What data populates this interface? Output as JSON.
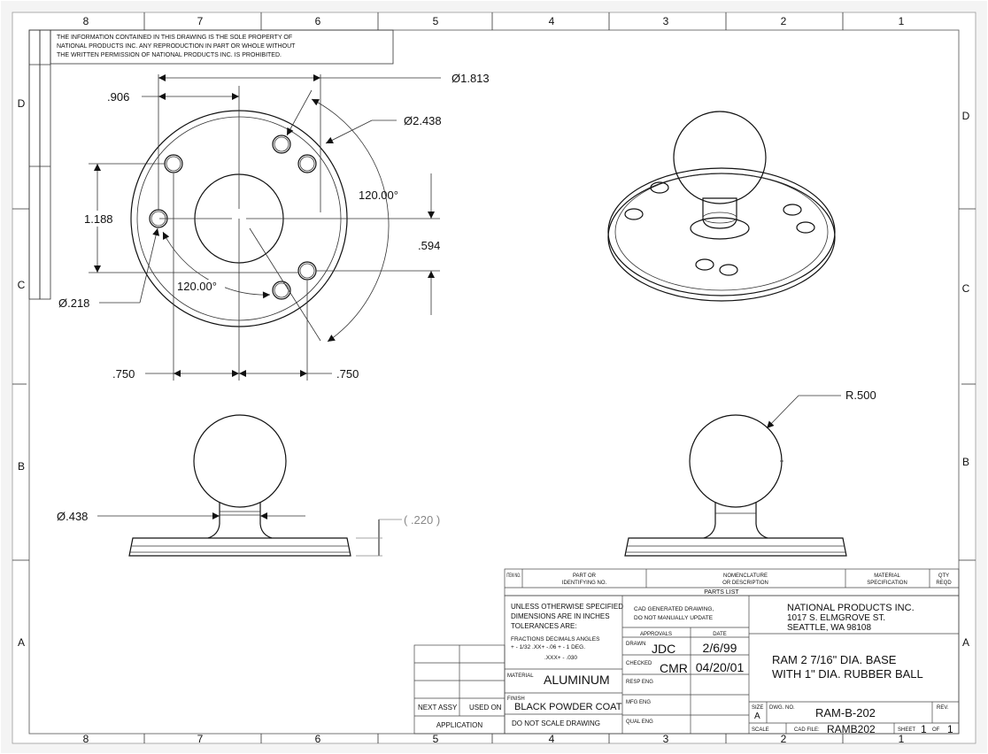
{
  "border": {
    "top_columns": [
      "8",
      "7",
      "6",
      "5",
      "4",
      "3",
      "2",
      "1"
    ],
    "bottom_columns": [
      "8",
      "7",
      "6",
      "5",
      "4",
      "3",
      "2",
      "1"
    ],
    "rows": [
      "D",
      "C",
      "B",
      "A"
    ]
  },
  "notice": {
    "line1": "THE INFORMATION CONTAINED IN THIS DRAWING IS THE SOLE PROPERTY OF",
    "line2": "NATIONAL PRODUCTS INC. ANY REPRODUCTION IN PART OR WHOLE WITHOUT",
    "line3": "THE WRITTEN PERMISSION OF NATIONAL PRODUCTS INC. IS PROHIBITED."
  },
  "dimensions": {
    "d1813": "Ø1.813",
    "d2438": "Ø2.438",
    "d906": ".906",
    "d1188": "1.188",
    "d594": ".594",
    "ang1": "120.00°",
    "ang2": "120.00°",
    "d218": "Ø.218",
    "d750a": ".750",
    "d750b": ".750",
    "d438": "Ø.438",
    "d220": "( .220 )",
    "r500": "R.500"
  },
  "parts_list": {
    "item_no": "ITEM NO.",
    "part_or": "PART OR",
    "identifying": "IDENTIFYING NO.",
    "nomenclature": "NOMENCLATURE",
    "or_description": "OR DESCRIPTION",
    "material_spec_1": "MATERIAL",
    "material_spec_2": "SPECIFICATION",
    "qty_1": "QTY",
    "qty_2": "REQD",
    "title": "PARTS LIST"
  },
  "title_block": {
    "tol_1": "UNLESS OTHERWISE SPECIFIED",
    "tol_2": "DIMENSIONS ARE IN INCHES",
    "tol_3": "TOLERANCES ARE:",
    "tol_4": "FRACTIONS   DECIMALS      ANGLES",
    "tol_5": "+ - 1/32   .XX+ -.06    + - 1 DEG.",
    "tol_6": ".XXX+ - .030",
    "cad_1": "CAD GENERATED DRAWING,",
    "cad_2": "DO NOT MANUALLY UPDATE",
    "approvals": "APPROVALS",
    "date": "DATE",
    "drawn_label": "DRAWN",
    "drawn_by": "JDC",
    "drawn_date": "2/6/99",
    "checked_label": "CHECKED",
    "checked_by": "CMR",
    "checked_date": "04/20/01",
    "resp_eng": "RESP ENG",
    "mfg_eng": "MFG ENG",
    "qual_eng": "QUAL ENG",
    "material_label": "MATERIAL",
    "material": "ALUMINUM",
    "finish_label": "FINISH",
    "finish": "BLACK POWDER COAT",
    "no_scale": "DO NOT SCALE DRAWING",
    "company_1": "NATIONAL PRODUCTS INC.",
    "company_2": "1017 S. ELMGROVE ST.",
    "company_3": "SEATTLE, WA 98108",
    "title_1": "RAM 2 7/16\" DIA. BASE",
    "title_2": "WITH 1\" DIA. RUBBER BALL",
    "size_label": "SIZE",
    "size": "A",
    "dwg_no_label": "DWG.  NO.",
    "dwg_no": "RAM-B-202",
    "rev_label": "REV.",
    "scale_label": "SCALE",
    "cad_file_label": "CAD  FILE:",
    "cad_file": "RAMB202",
    "sheet_label": "SHEET",
    "sheet_num": "1",
    "of_label": "OF",
    "sheet_total": "1",
    "next_assy": "NEXT ASSY",
    "used_on": "USED ON",
    "application": "APPLICATION"
  }
}
